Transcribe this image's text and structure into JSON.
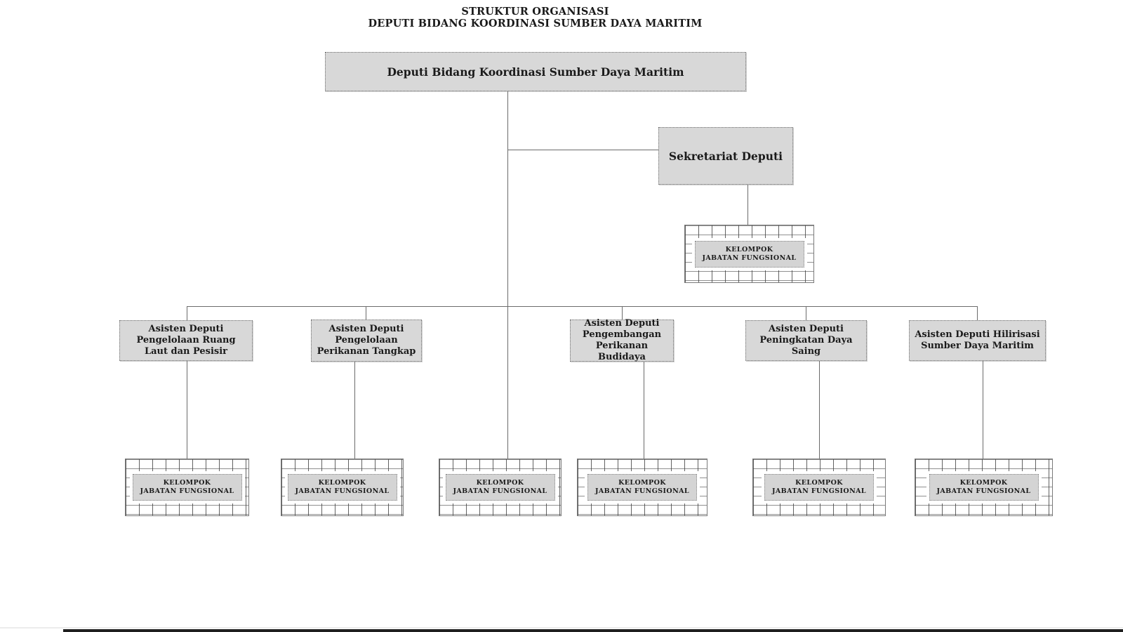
{
  "page_title": {
    "line1": "STRUKTUR ORGANISASI",
    "line2": "DEPUTI BIDANG KOORDINASI SUMBER DAYA MARITIM"
  },
  "org": {
    "root": {
      "label": "Deputi Bidang Koordinasi Sumber Daya Maritim"
    },
    "secretariat": {
      "label": "Sekretariat Deputi"
    },
    "functional_group": {
      "line1": "KELOMPOK",
      "line2": "JABATAN FUNGSIONAL"
    },
    "assistants": [
      {
        "label": "Asisten Deputi Pengelolaan Ruang Laut dan Pesisir"
      },
      {
        "label": "Asisten Deputi Pengelolaan Perikanan Tangkap"
      },
      {
        "label": "Asisten Deputi Pengembangan Perikanan Budidaya"
      },
      {
        "label": "Asisten Deputi Peningkatan Daya Saing"
      },
      {
        "label": "Asisten Deputi Hilirisasi Sumber Daya Maritim"
      }
    ]
  },
  "colors": {
    "box_fill": "#d8d8d8",
    "inner_box_fill": "#d4d4d4",
    "box_border": "#6e6e6e",
    "connector_line": "#6b6b6b",
    "text": "#1a1a1a",
    "bottom_bar": "#1f1f1f"
  }
}
